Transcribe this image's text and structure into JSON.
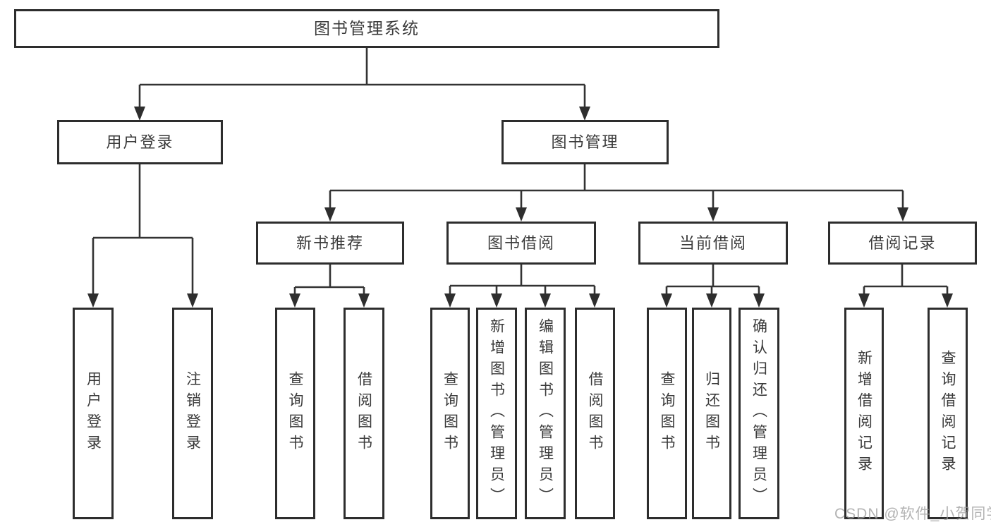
{
  "diagram_title": "图书管理系统",
  "nodes": {
    "root": {
      "label": "图书管理系统"
    },
    "user_login": {
      "label": "用户登录"
    },
    "book_mgmt": {
      "label": "图书管理"
    },
    "new_book_rec": {
      "label": "新书推荐"
    },
    "book_borrow": {
      "label": "图书借阅"
    },
    "current_borrow": {
      "label": "当前借阅"
    },
    "borrow_records": {
      "label": "借阅记录"
    },
    "leaf_user_login": {
      "label": "用户登录"
    },
    "leaf_logout": {
      "label": "注销登录"
    },
    "leaf_nb_query": {
      "label": "查询图书"
    },
    "leaf_nb_borrow": {
      "label": "借阅图书"
    },
    "leaf_bb_query": {
      "label": "查询图书"
    },
    "leaf_bb_add": {
      "label": "新增图书（管理员）"
    },
    "leaf_bb_edit": {
      "label": "编辑图书（管理员）"
    },
    "leaf_bb_borrow": {
      "label": "借阅图书"
    },
    "leaf_cb_query": {
      "label": "查询图书"
    },
    "leaf_cb_return": {
      "label": "归还图书"
    },
    "leaf_cb_confirm": {
      "label": "确认归还（管理员）"
    },
    "leaf_br_add": {
      "label": "新增借阅记录"
    },
    "leaf_br_query": {
      "label": "查询借阅记录"
    }
  },
  "hierarchy": {
    "图书管理系统": [
      "用户登录",
      "图书管理"
    ],
    "用户登录": [
      "用户登录",
      "注销登录"
    ],
    "图书管理": [
      "新书推荐",
      "图书借阅",
      "当前借阅",
      "借阅记录"
    ],
    "新书推荐": [
      "查询图书",
      "借阅图书"
    ],
    "图书借阅": [
      "查询图书",
      "新增图书（管理员）",
      "编辑图书（管理员）",
      "借阅图书"
    ],
    "当前借阅": [
      "查询图书",
      "归还图书",
      "确认归还（管理员）"
    ],
    "借阅记录": [
      "新增借阅记录",
      "查询借阅记录"
    ]
  },
  "watermark": "CSDN @软件_小贺同学",
  "colors": {
    "background": "#ffffff",
    "box_border": "#2d2d2d",
    "line": "#333333",
    "text": "#3a3a3a",
    "watermark": "#9e9e9e"
  }
}
